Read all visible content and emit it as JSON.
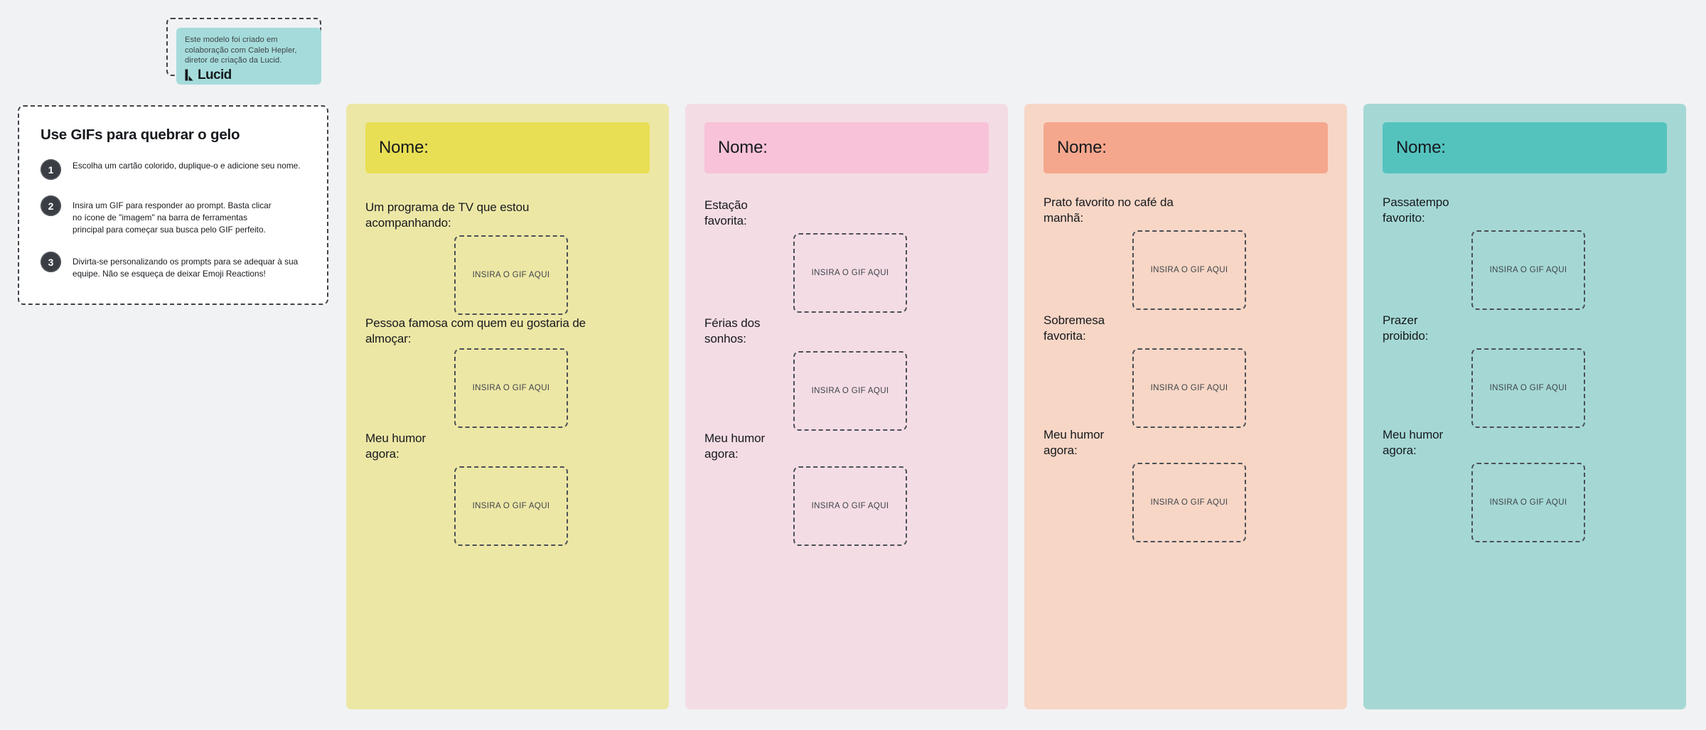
{
  "attribution": {
    "text": "Este modelo foi criado em\ncolaboração com Caleb Hepler,\ndiretor de criação da Lucid.",
    "brand": "Lucid",
    "background_color": "#A5DCDB"
  },
  "instructions": {
    "title": "Use GIFs para quebrar o gelo",
    "steps": [
      {
        "number": "1",
        "text": "Escolha um cartão colorido, duplique-o e adicione seu nome."
      },
      {
        "number": "2",
        "text": "Insira um GIF para responder ao prompt. Basta clicar\nno ícone de \"imagem\" na barra de ferramentas\nprincipal para começar sua busca pelo GIF perfeito."
      },
      {
        "number": "3",
        "text": "Divirta-se personalizando os prompts para se adequar à sua\nequipe. Não se esqueça de deixar Emoji Reactions!"
      }
    ]
  },
  "gif_placeholder_label": "INSIRA O GIF AQUI",
  "cards": [
    {
      "name_label": "Nome:",
      "header_color": "#E8DF55",
      "body_color": "#EDE7A6",
      "prompts": [
        "Um programa de TV que estou\nacompanhando:",
        "Pessoa famosa com quem eu gostaria de\nalmoçar:",
        "Meu humor\nagora:"
      ]
    },
    {
      "name_label": "Nome:",
      "header_color": "#F8C2D8",
      "body_color": "#F4DCE5",
      "prompts": [
        "Estação\nfavorita:",
        "Férias dos\nsonhos:",
        "Meu humor\nagora:"
      ]
    },
    {
      "name_label": "Nome:",
      "header_color": "#F5A78D",
      "body_color": "#F7D6C6",
      "prompts": [
        "Prato favorito no café da\nmanhã:",
        "Sobremesa\nfavorita:",
        "Meu humor\nagora:"
      ]
    },
    {
      "name_label": "Nome:",
      "header_color": "#54C3BE",
      "body_color": "#A5D8D4",
      "prompts": [
        "Passatempo\nfavorito:",
        "Prazer\nproibido:",
        "Meu humor\nagora:"
      ]
    }
  ]
}
